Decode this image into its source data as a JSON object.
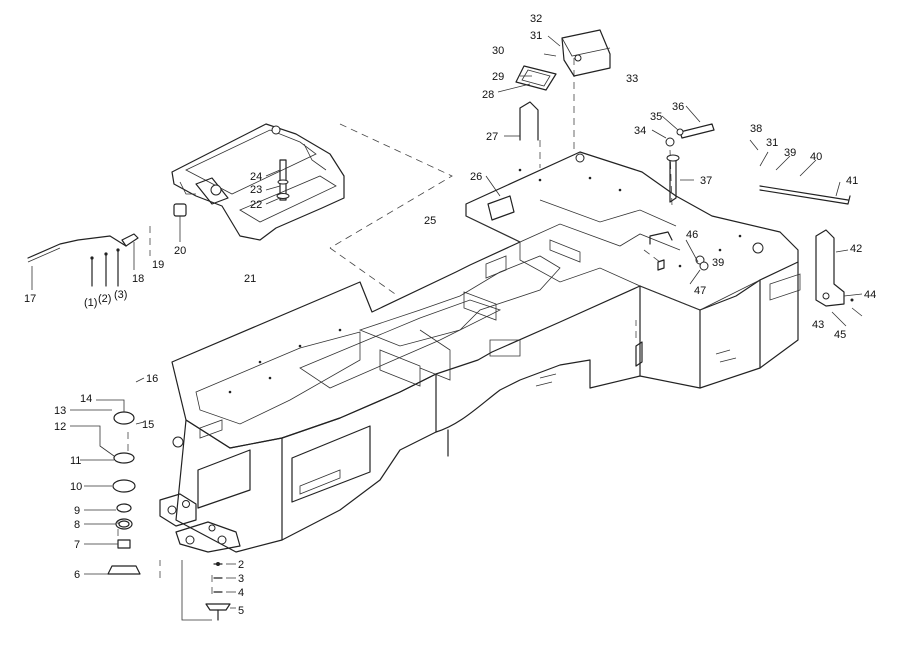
{
  "diagram": {
    "callouts": [
      {
        "id": "c1",
        "text": "(1)"
      },
      {
        "id": "c2a",
        "text": "(2)"
      },
      {
        "id": "c3a",
        "text": "(3)"
      },
      {
        "id": "n2",
        "text": "2"
      },
      {
        "id": "n3",
        "text": "3"
      },
      {
        "id": "n4",
        "text": "4"
      },
      {
        "id": "n5",
        "text": "5"
      },
      {
        "id": "n6",
        "text": "6"
      },
      {
        "id": "n7",
        "text": "7"
      },
      {
        "id": "n8",
        "text": "8"
      },
      {
        "id": "n9",
        "text": "9"
      },
      {
        "id": "n10",
        "text": "10"
      },
      {
        "id": "n11",
        "text": "11"
      },
      {
        "id": "n12",
        "text": "12"
      },
      {
        "id": "n13",
        "text": "13"
      },
      {
        "id": "n14",
        "text": "14"
      },
      {
        "id": "n15",
        "text": "15"
      },
      {
        "id": "n16",
        "text": "16"
      },
      {
        "id": "n17",
        "text": "17"
      },
      {
        "id": "n18",
        "text": "18"
      },
      {
        "id": "n19",
        "text": "19"
      },
      {
        "id": "n20",
        "text": "20"
      },
      {
        "id": "n21",
        "text": "21"
      },
      {
        "id": "n22",
        "text": "22"
      },
      {
        "id": "n23",
        "text": "23"
      },
      {
        "id": "n24",
        "text": "24"
      },
      {
        "id": "n25",
        "text": "25"
      },
      {
        "id": "n26",
        "text": "26"
      },
      {
        "id": "n27",
        "text": "27"
      },
      {
        "id": "n28",
        "text": "28"
      },
      {
        "id": "n29",
        "text": "29"
      },
      {
        "id": "n30",
        "text": "30"
      },
      {
        "id": "n31a",
        "text": "31"
      },
      {
        "id": "n31b",
        "text": "31"
      },
      {
        "id": "n32",
        "text": "32"
      },
      {
        "id": "n33",
        "text": "33"
      },
      {
        "id": "n34",
        "text": "34"
      },
      {
        "id": "n35",
        "text": "35"
      },
      {
        "id": "n36",
        "text": "36"
      },
      {
        "id": "n37",
        "text": "37"
      },
      {
        "id": "n38",
        "text": "38"
      },
      {
        "id": "n39a",
        "text": "39"
      },
      {
        "id": "n39b",
        "text": "39"
      },
      {
        "id": "n40",
        "text": "40"
      },
      {
        "id": "n41",
        "text": "41"
      },
      {
        "id": "n42",
        "text": "42"
      },
      {
        "id": "n43",
        "text": "43"
      },
      {
        "id": "n44",
        "text": "44"
      },
      {
        "id": "n45",
        "text": "45"
      },
      {
        "id": "n46",
        "text": "46"
      },
      {
        "id": "n47",
        "text": "47"
      }
    ]
  }
}
